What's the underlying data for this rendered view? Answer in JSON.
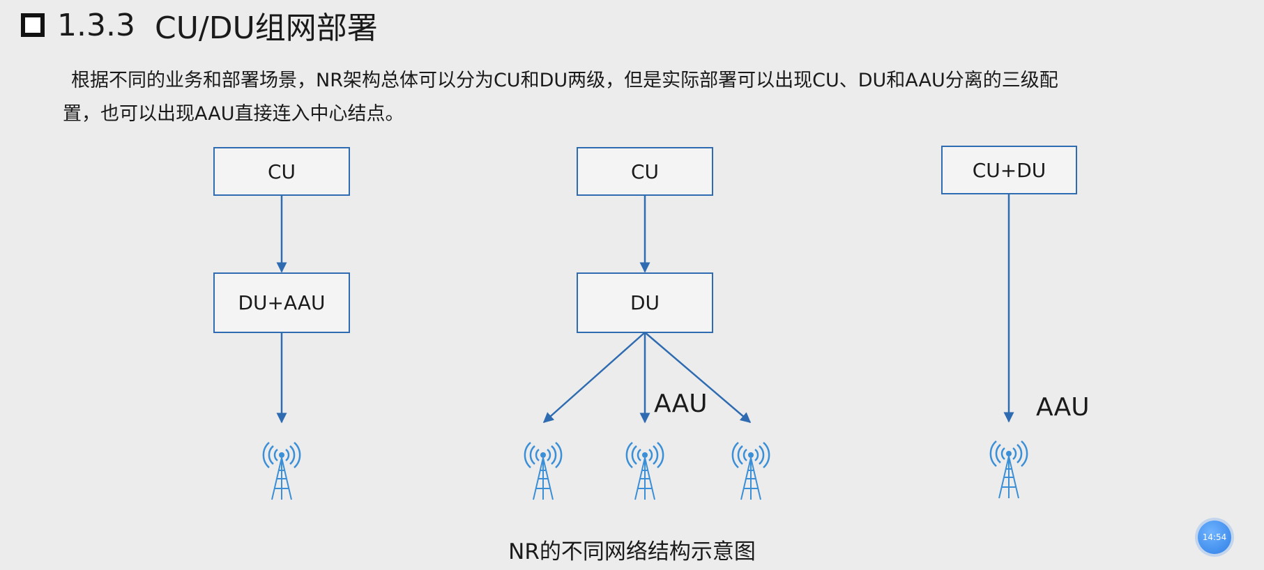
{
  "title": {
    "number": "1.3.3",
    "text": "CU/DU组网部署"
  },
  "paragraph": {
    "line1": "根据不同的业务和部署场景，NR架构总体可以分为CU和DU两级，但是实际部署可以出现CU、DU和AAU分离的三级配",
    "line2": "置，也可以出现AAU直接连入中心结点。"
  },
  "diagram": {
    "d1": {
      "top": "CU",
      "mid": "DU+AAU"
    },
    "d2": {
      "top": "CU",
      "mid": "DU",
      "aau": "AAU"
    },
    "d3": {
      "top": "CU+DU",
      "aau": "AAU"
    }
  },
  "caption": "NR的不同网络结构示意图",
  "timer": "14:54",
  "colors": {
    "box_border": "#2e6bb0",
    "arrow": "#2e6bb0",
    "tower": "#3b8fd6"
  }
}
